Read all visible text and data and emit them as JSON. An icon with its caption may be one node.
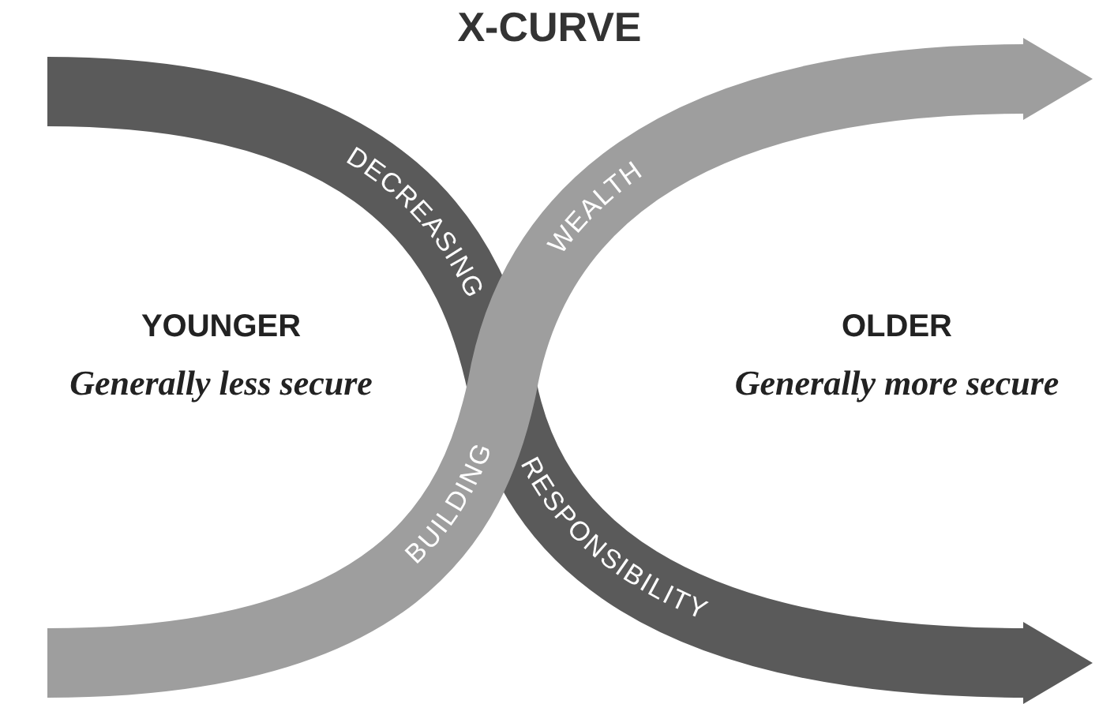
{
  "diagram": {
    "title": "X-CURVE",
    "labels": [
      "DECREASING",
      "WEALTH",
      "YOUNGER",
      "Generally less secure",
      "OLDER",
      "Generally more secure",
      "BUILDING",
      "RESPONSIBILITY"
    ]
  }
}
